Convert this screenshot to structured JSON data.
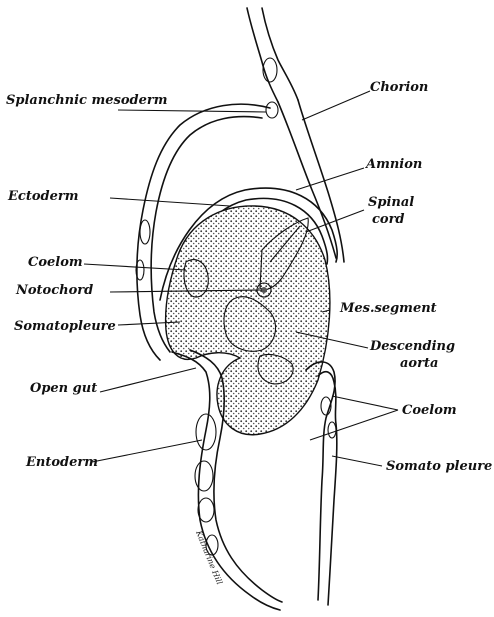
{
  "labels": {
    "splanchnic_mesoderm": "Splanchnic mesoderm",
    "chorion": "Chorion",
    "amnion": "Amnion",
    "ectoderm": "Ectoderm",
    "spinal_cord_line1": "Spinal",
    "spinal_cord_line2": "cord",
    "coelom_left": "Coelom",
    "notochord": "Notochord",
    "mes_segment": "Mes.segment",
    "somatopleure_left": "Somatopleure",
    "descending_aorta_line1": "Descending",
    "descending_aorta_line2": "aorta",
    "open_gut": "Open gut",
    "coelom_right": "Coelom",
    "entoderm": "Entoderm",
    "somatopleure_right": "Somato pleure"
  },
  "signature": "Katharine Hill"
}
